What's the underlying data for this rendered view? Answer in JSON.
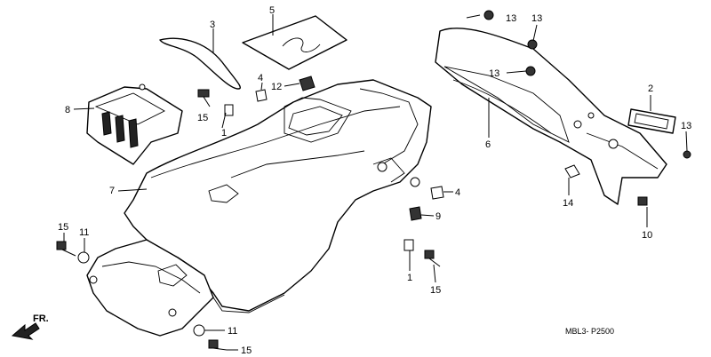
{
  "diagram": {
    "code": "MBL3- P2500",
    "direction_label": "FR.",
    "callouts": [
      {
        "id": "c3",
        "label": "3"
      },
      {
        "id": "c5",
        "label": "5"
      },
      {
        "id": "c4a",
        "label": "4"
      },
      {
        "id": "c12",
        "label": "12"
      },
      {
        "id": "c8",
        "label": "8"
      },
      {
        "id": "c15a",
        "label": "15"
      },
      {
        "id": "c1a",
        "label": "1"
      },
      {
        "id": "c7",
        "label": "7"
      },
      {
        "id": "c13a",
        "label": "13"
      },
      {
        "id": "c13b",
        "label": "13"
      },
      {
        "id": "c13c",
        "label": "13"
      },
      {
        "id": "c13d",
        "label": "13"
      },
      {
        "id": "c6",
        "label": "6"
      },
      {
        "id": "c2",
        "label": "2"
      },
      {
        "id": "c14",
        "label": "14"
      },
      {
        "id": "c10",
        "label": "10"
      },
      {
        "id": "c4b",
        "label": "4"
      },
      {
        "id": "c9",
        "label": "9"
      },
      {
        "id": "c1b",
        "label": "1"
      },
      {
        "id": "c15b",
        "label": "15"
      },
      {
        "id": "c15c",
        "label": "15"
      },
      {
        "id": "c11a",
        "label": "11"
      },
      {
        "id": "c11b",
        "label": "11"
      },
      {
        "id": "c15d",
        "label": "15"
      }
    ]
  }
}
